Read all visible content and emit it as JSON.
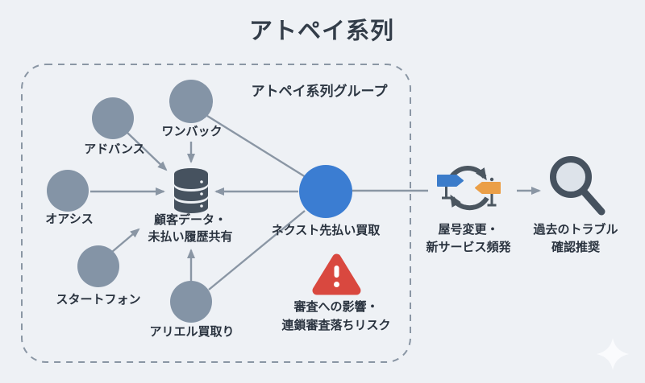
{
  "title": "アトペイ系列",
  "group": {
    "label": "アトペイ系列グループ"
  },
  "companies": {
    "advance": {
      "label": "アドバンス"
    },
    "oneback": {
      "label": "ワンバック"
    },
    "oasis": {
      "label": "オアシス"
    },
    "startphone": {
      "label": "スタートフォン"
    },
    "ariel": {
      "label": "アリエル買取り"
    }
  },
  "hub": {
    "label": "ネクスト先払い買取"
  },
  "database": {
    "line1": "顧客データ・",
    "line2": "未払い履歴共有"
  },
  "warning": {
    "line1": "審査への影響・",
    "line2": "連鎖審査落ちリスク"
  },
  "rename": {
    "line1": "屋号変更・",
    "line2": "新サービス頻発"
  },
  "inspect": {
    "line1": "過去のトラブル",
    "line2": "確認推奨"
  },
  "icons": {
    "database": "database-icon",
    "warning": "warning-triangle-icon",
    "refresh": "refresh-cycle-icon",
    "signpost_right": "signpost-right-icon",
    "signpost_left": "signpost-left-icon",
    "magnifier": "magnifier-icon",
    "sparkle": "sparkle-icon"
  },
  "colors": {
    "background": "#eef1f5",
    "company_node": "#8494a6",
    "hub_node": "#3b7dd2",
    "connector": "#8a96a4",
    "dark_icon": "#46525f",
    "warning_red": "#d9483f",
    "signpost_blue": "#3b7cca",
    "signpost_orange": "#eb9f47",
    "text": "#2a333f"
  }
}
